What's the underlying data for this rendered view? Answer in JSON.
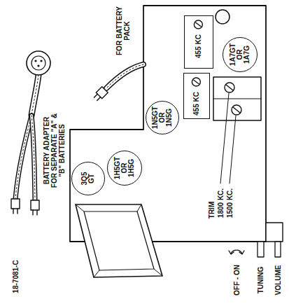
{
  "diagram": {
    "nodes": [
      {
        "text": [
          "3Q5 GT"
        ]
      },
      {
        "text": [
          "1H5GT OR 1H5G"
        ]
      },
      {
        "text": [
          "1N5GT OR 1N5G"
        ]
      },
      {
        "text": [
          "1A7GT OR 1A7G"
        ]
      },
      {
        "text": [
          "455 KC"
        ]
      },
      {
        "text": [
          "455 KC"
        ]
      }
    ],
    "labels": [
      "FOR BATTERY PACK",
      "BATTERY ADAPTER FOR SEPARATE \"A\" & \"B\" BATTERIES",
      "TRIM",
      "1800 KC.",
      "1500 KC.",
      "OFF - ON",
      "TUNING",
      "VOLUME",
      "18-7081-C"
    ]
  }
}
